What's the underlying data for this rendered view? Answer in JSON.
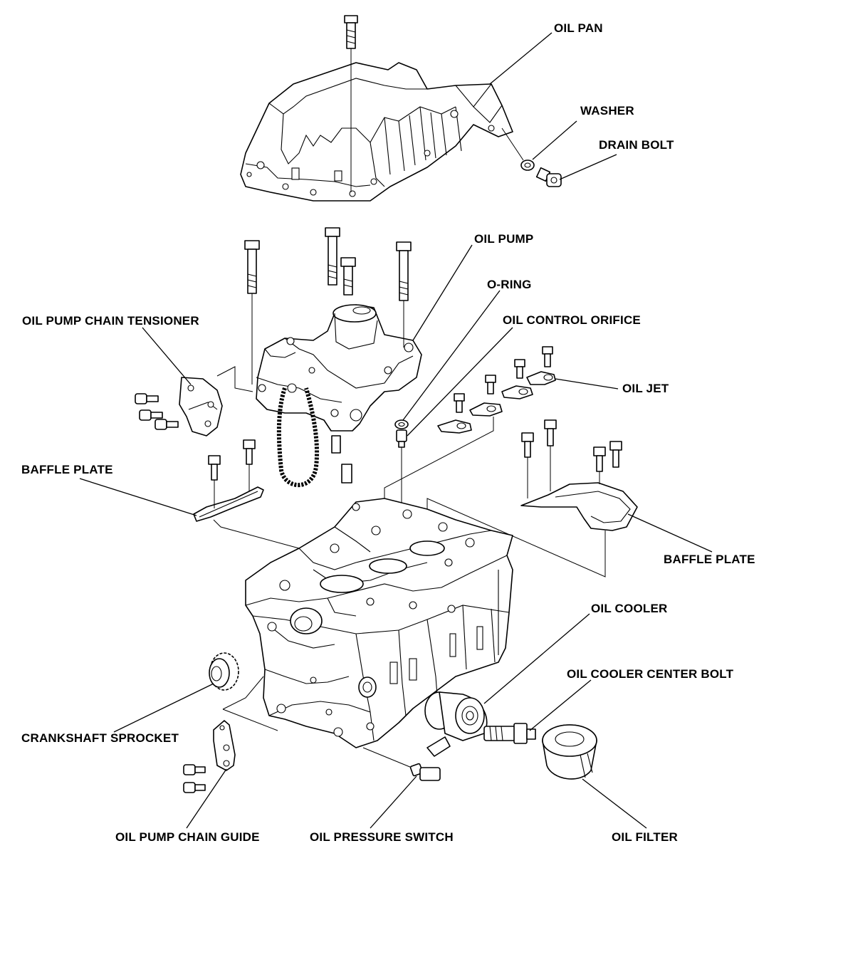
{
  "labels": {
    "oil_pan": "OIL PAN",
    "washer": "WASHER",
    "drain_bolt": "DRAIN BOLT",
    "oil_pump": "OIL PUMP",
    "o_ring": "O-RING",
    "oil_control_orifice": "OIL CONTROL ORIFICE",
    "oil_pump_chain_tensioner": "OIL PUMP CHAIN TENSIONER",
    "oil_jet": "OIL JET",
    "baffle_plate_left": "BAFFLE PLATE",
    "baffle_plate_right": "BAFFLE PLATE",
    "oil_cooler": "OIL COOLER",
    "oil_cooler_center_bolt": "OIL COOLER CENTER BOLT",
    "crankshaft_sprocket": "CRANKSHAFT SPROCKET",
    "oil_pump_chain_guide": "OIL PUMP CHAIN GUIDE",
    "oil_pressure_switch": "OIL PRESSURE SWITCH",
    "oil_filter": "OIL FILTER"
  }
}
